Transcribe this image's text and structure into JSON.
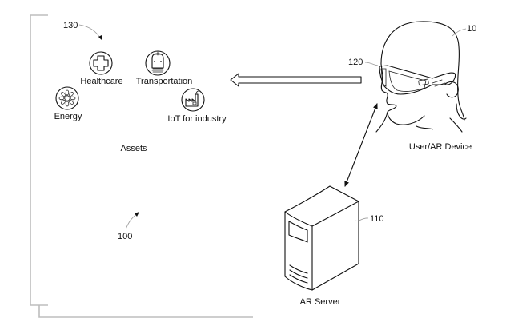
{
  "figure": {
    "reference_numerals": {
      "system": "100",
      "assets_group": "130",
      "user": "10",
      "ar_device": "120",
      "ar_server": "110"
    },
    "assets": {
      "title": "Assets",
      "items": [
        {
          "label": "Healthcare",
          "icon": "medical-cross-icon"
        },
        {
          "label": "Transportation",
          "icon": "train-icon"
        },
        {
          "label": "Energy",
          "icon": "sun-flower-icon"
        },
        {
          "label": "IoT for industry",
          "icon": "factory-icon"
        }
      ]
    },
    "user_device": {
      "label": "User/AR Device",
      "icon": "person-with-ar-goggles-icon"
    },
    "server": {
      "label": "AR Server",
      "icon": "tower-server-icon"
    },
    "connections": [
      {
        "from": "User/AR Device",
        "to": "Assets",
        "type": "hollow-arrow"
      },
      {
        "from": "User/AR Device",
        "to": "AR Server",
        "type": "bidirectional-arrow"
      }
    ]
  }
}
